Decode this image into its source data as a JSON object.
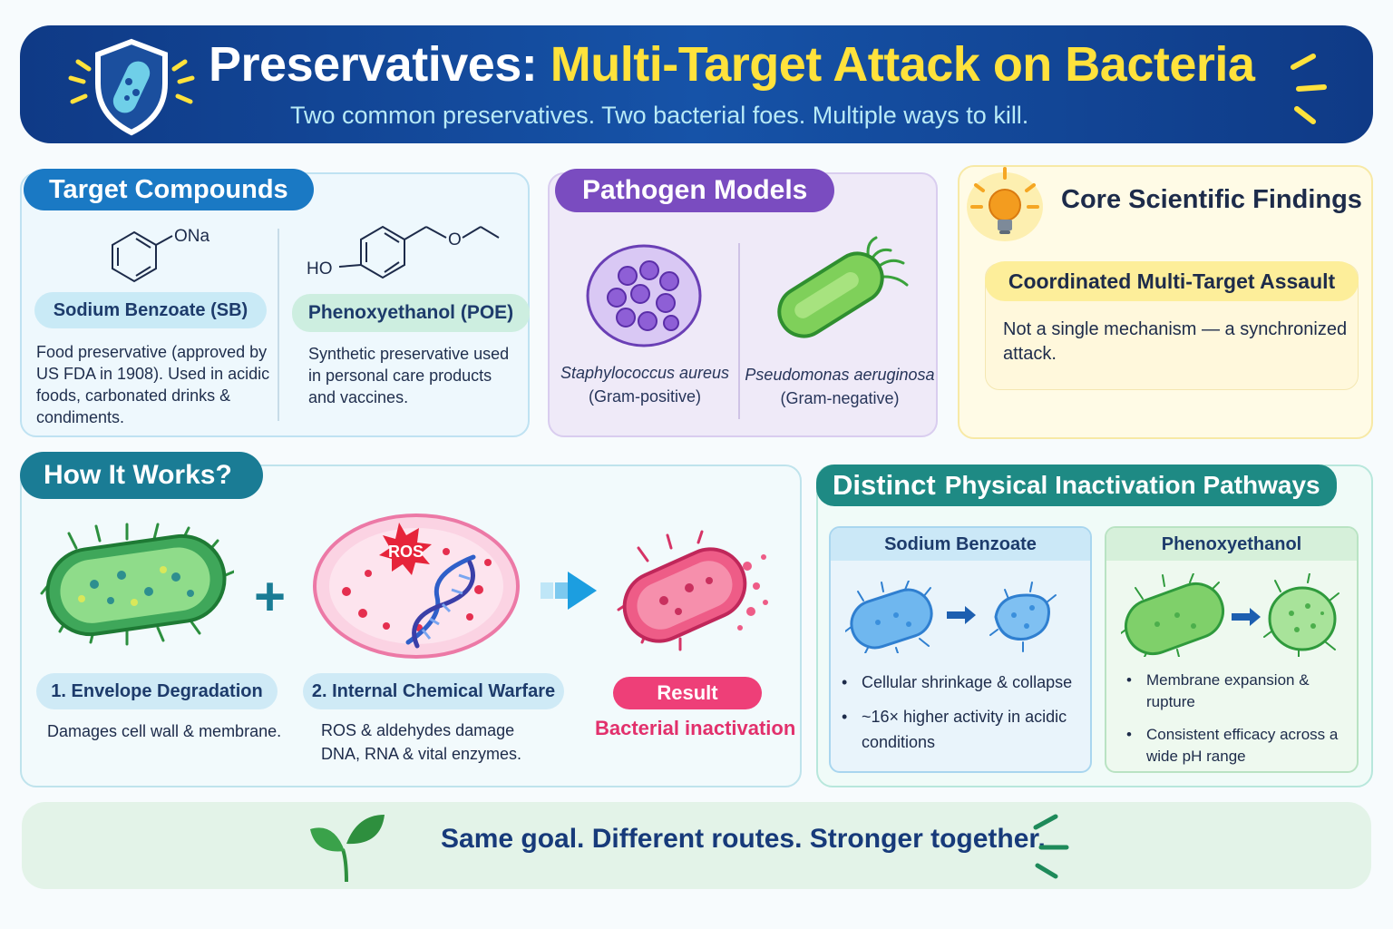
{
  "header": {
    "title_prefix": "Preservatives:",
    "title_highlight": "Multi-Target Attack on Bacteria",
    "subtitle": "Two common preservatives. Two bacterial foes. Multiple ways to kill."
  },
  "compounds": {
    "tab": "Target Compounds",
    "sb": {
      "chem_label": "ONa",
      "name": "Sodium Benzoate (SB)",
      "desc": "Food preservative (approved by US FDA in 1908). Used in acidic foods, carbonated drinks & condiments."
    },
    "poe": {
      "chem_label_ho": "HO",
      "chem_label_o": "O",
      "name": "Phenoxyethanol (POE)",
      "desc": "Synthetic preservative used in personal care products and vaccines."
    }
  },
  "pathogens": {
    "tab": "Pathogen Models",
    "sa": {
      "name": "Staphylococcus aureus",
      "gram": "(Gram-positive)"
    },
    "pa": {
      "name": "Pseudomonas aeruginosa",
      "gram": "(Gram-negative)"
    }
  },
  "findings": {
    "title": "Core Scientific Findings",
    "pill": "Coordinated Multi-Target Assault",
    "text": "Not a single mechanism — a synchronized attack."
  },
  "how": {
    "tab": "How It Works?",
    "ros_label": "ROS",
    "step1": {
      "label": "1. Envelope Degradation",
      "text": "Damages cell wall & membrane."
    },
    "step2": {
      "label": "2. Internal Chemical Warfare",
      "text": "ROS & aldehydes damage DNA, RNA & vital enzymes."
    },
    "result": {
      "label": "Result",
      "text": "Bacterial inactivation"
    }
  },
  "distinct": {
    "tab_big": "Distinct",
    "tab_rest": "Physical Inactivation Pathways",
    "sb": {
      "head": "Sodium Benzoate",
      "bullets": [
        "Cellular shrinkage & collapse",
        "~16× higher activity in acidic conditions"
      ]
    },
    "poe": {
      "head": "Phenoxyethanol",
      "bullets": [
        "Membrane expansion & rupture",
        "Consistent efficacy across a wide pH range"
      ]
    }
  },
  "footer": {
    "text": "Same goal. Different routes. Stronger together."
  },
  "colors": {
    "header_blue": "#0f3a86",
    "title_yellow": "#ffe23c",
    "result_pink": "#ee3f78",
    "sb_blue": "#1a79c4",
    "pathogen_purple": "#7a4cc0"
  }
}
